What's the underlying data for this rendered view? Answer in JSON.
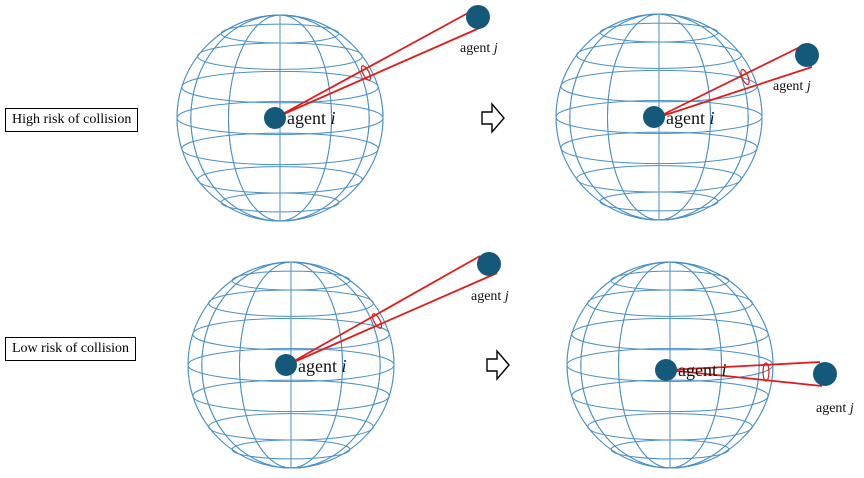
{
  "rows": [
    {
      "label": "High risk of collision",
      "panels": [
        {
          "agent_i": {
            "main": "agent",
            "var": "i"
          },
          "agent_j": {
            "main": "agent",
            "var": "j"
          }
        },
        {
          "agent_i": {
            "main": "agent",
            "var": "i"
          },
          "agent_j": {
            "main": "agent",
            "var": "j"
          }
        }
      ]
    },
    {
      "label": "Low risk of collision",
      "panels": [
        {
          "agent_i": {
            "main": "agent",
            "var": "i"
          },
          "agent_j": {
            "main": "agent",
            "var": "j"
          }
        },
        {
          "agent_i": {
            "main": "agent",
            "var": "i"
          },
          "agent_j": {
            "main": "agent",
            "var": "j"
          }
        }
      ]
    }
  ],
  "colors": {
    "sphere_wire": "#4a90c8",
    "agent_fill": "#14587a",
    "cone": "#e01b1b",
    "arrow_stroke": "#000000"
  },
  "icons": {
    "transition": "right-arrow-outline-icon"
  }
}
